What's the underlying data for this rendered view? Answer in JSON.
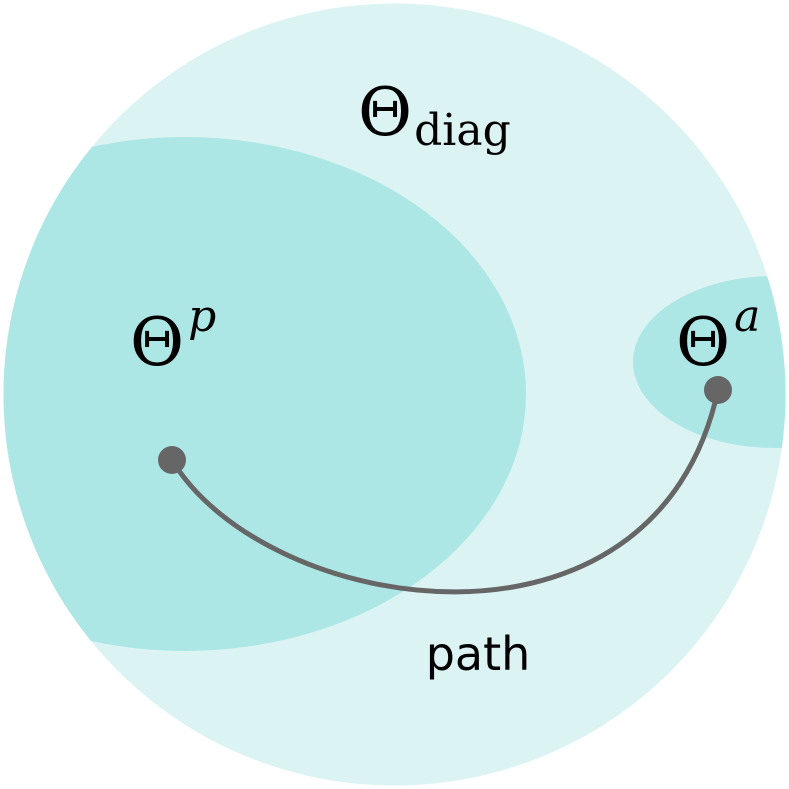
{
  "diagram": {
    "colors": {
      "outer_region": "#dcf3f3",
      "inner_region": "#ace7e6",
      "path_stroke": "#666666",
      "endpoint_fill": "#666666",
      "label_text": "#000000"
    },
    "regions": {
      "outer": {
        "symbol": "Θ",
        "subscript": "diag"
      },
      "left": {
        "symbol": "Θ",
        "superscript": "p"
      },
      "right": {
        "symbol": "Θ",
        "superscript": "a"
      }
    },
    "path": {
      "label": "path"
    }
  }
}
